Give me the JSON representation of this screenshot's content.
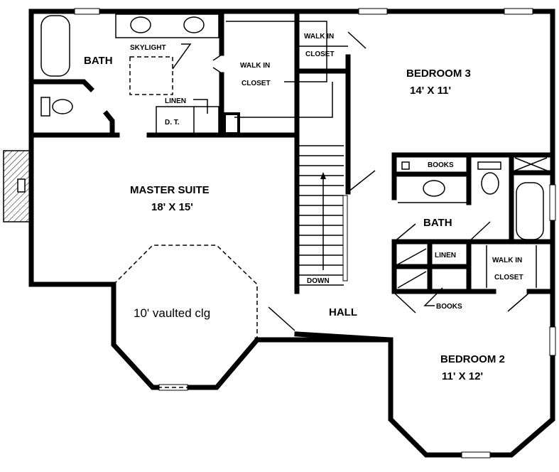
{
  "rooms": {
    "bath_master": "BATH",
    "skylight": "SKYLIGHT",
    "walk_in_closet_master": [
      "WALK IN",
      "CLOSET"
    ],
    "walk_in_closet_top": [
      "WALK IN",
      "CLOSET"
    ],
    "linen_master": "LINEN",
    "dt": "D. T.",
    "bedroom3": {
      "name": "BEDROOM 3",
      "size": "14' X 11'"
    },
    "master_suite": {
      "name": "MASTER SUITE",
      "size": "18' X 15'"
    },
    "vaulted": "10' vaulted clg",
    "down": "DOWN",
    "hall": "HALL",
    "books_top": "BOOKS",
    "bath_shared": "BATH",
    "linen_shared": "LINEN",
    "walk_in_closet_bed2": [
      "WALK IN",
      "CLOSET"
    ],
    "books_bottom": "BOOKS",
    "bedroom2": {
      "name": "BEDROOM 2",
      "size": "11' X 12'"
    }
  }
}
